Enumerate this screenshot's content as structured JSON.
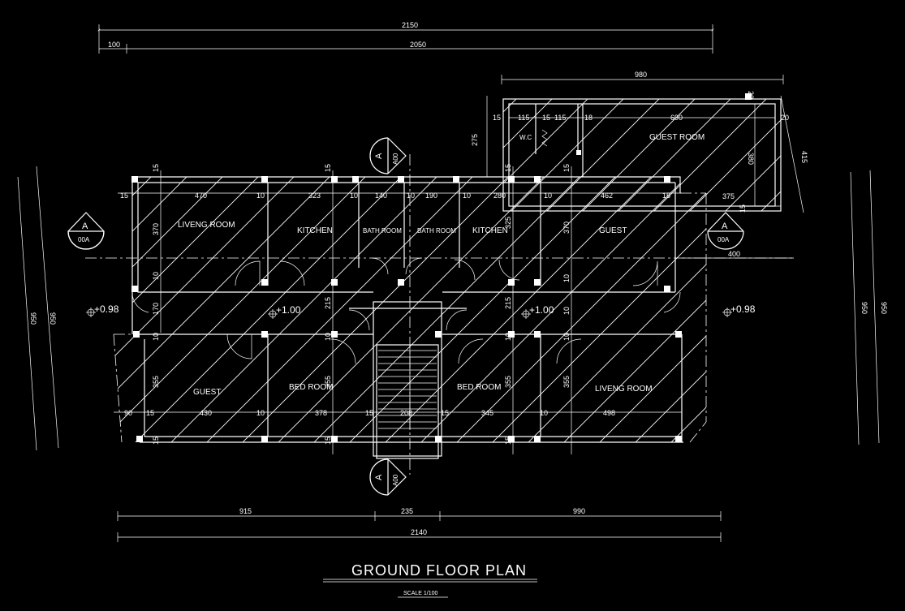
{
  "drawing": {
    "title": "GROUND  FLOOR PLAN",
    "scale": "SCALE 1/100",
    "colors": {
      "background": "#000000",
      "lines": "#ffffff"
    }
  },
  "dimensions": {
    "top_overall": "2150",
    "top_left_small": "100",
    "top_main": "2050",
    "annex_width": "980",
    "bottom_left": "915",
    "bottom_mid": "235",
    "bottom_right": "990",
    "bottom_overall": "2140",
    "left_outer": "950",
    "left_inner": "950",
    "right_outer": "950",
    "right_inner": "950",
    "annex_height": "275",
    "annex_depth": "415",
    "annex_left": "15",
    "annex_wc": "115",
    "annex_mid1": "15",
    "annex_mid2": "115",
    "annex_mid3": "18",
    "annex_guest": "690",
    "annex_right": "20",
    "annex_top": "20",
    "annex_inner_h": "380",
    "annex_bottom_w": "375",
    "annex_bottom_side": "15",
    "right_ext": "400",
    "row1": [
      "15",
      "470",
      "10",
      "323",
      "10",
      "140",
      "10",
      "190",
      "10",
      "280",
      "10",
      "462",
      "15"
    ],
    "row2": [
      "90",
      "15",
      "430",
      "10",
      "378",
      "15",
      "208",
      "15",
      "345",
      "10",
      "498"
    ],
    "vertical": [
      "15",
      "370",
      "10",
      "355",
      "15",
      "215",
      "325",
      "355",
      "370",
      "15",
      "15",
      "15",
      "15",
      "10",
      "170",
      "10",
      "215",
      "10",
      "10",
      "355",
      "355",
      "10",
      "10"
    ]
  },
  "rooms": [
    {
      "name": "LIVENG ROOM"
    },
    {
      "name": "KITCHEN"
    },
    {
      "name": "BATH ROOM"
    },
    {
      "name": "BATH ROOM"
    },
    {
      "name": "KITCHEN"
    },
    {
      "name": "GUEST"
    },
    {
      "name": "GUEST"
    },
    {
      "name": "BED ROOM"
    },
    {
      "name": "BED ROOM"
    },
    {
      "name": "LIVENG ROOM"
    },
    {
      "name": "W.C"
    },
    {
      "name": "GUEST ROOM"
    }
  ],
  "levels": [
    "+0.98",
    "+1.00",
    "+1.00",
    "+0.98"
  ],
  "section_markers": [
    {
      "letter": "A",
      "sheet": "00A"
    },
    {
      "letter": "A",
      "sheet": "00A"
    },
    {
      "letter": "A",
      "sheet": "A00"
    },
    {
      "letter": "A",
      "sheet": "A00"
    }
  ]
}
